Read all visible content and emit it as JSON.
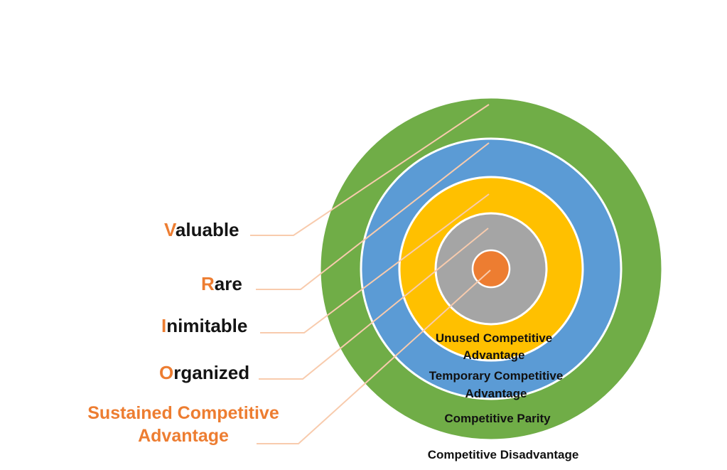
{
  "diagram": {
    "type": "vrio-concentric-circles",
    "colors": {
      "background": "#FFFFFF",
      "green_ring": "#70AD47",
      "blue_ring": "#5B9BD5",
      "yellow_ring": "#FFC000",
      "gray_ring": "#A5A5A5",
      "orange_center": "#ED7D31",
      "ring_outline": "#FFFFFF",
      "leader_line": "#F8CBAD",
      "label_text": "#141414",
      "vrio_accent": "#ED7D31"
    },
    "vrio_labels": [
      {
        "initial": "V",
        "rest": "aluable"
      },
      {
        "initial": "R",
        "rest": "are"
      },
      {
        "initial": "I",
        "rest": "nimitable"
      },
      {
        "initial": "O",
        "rest": "rganized"
      }
    ],
    "sustained_label": "Sustained Competitive Advantage",
    "ring_labels": {
      "unused": "Unused Competitive Advantage",
      "temporary": "Temporary Competitive Advantage",
      "parity": "Competitive Parity",
      "disadvantage": "Competitive Disadvantage"
    }
  }
}
